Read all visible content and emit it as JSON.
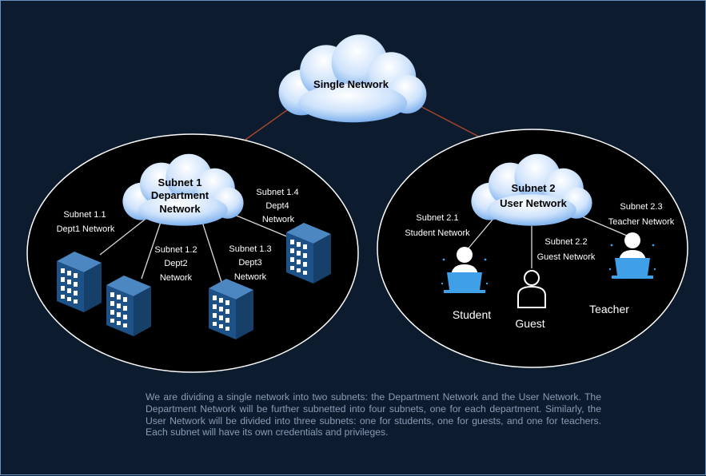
{
  "diagram": {
    "root": {
      "label": "Single Network"
    },
    "subnet1": {
      "label_line1": "Subnet 1",
      "label_line2": "Department",
      "label_line3": "Network",
      "children": [
        {
          "line1": "Subnet 1.1",
          "line2": "Dept1 Network",
          "line3": ""
        },
        {
          "line1": "Subnet 1.2",
          "line2": "Dept2",
          "line3": "Network"
        },
        {
          "line1": "Subnet 1.3",
          "line2": "Dept3",
          "line3": "Network"
        },
        {
          "line1": "Subnet 1.4",
          "line2": "Dept4",
          "line3": "Network"
        }
      ]
    },
    "subnet2": {
      "label_line1": "Subnet 2",
      "label_line2": "User Network",
      "children": [
        {
          "line1": "Subnet 2.1",
          "line2": "Student Network",
          "user": "Student"
        },
        {
          "line1": "Subnet 2.2",
          "line2": "Guest Network",
          "user": "Guest"
        },
        {
          "line1": "Subnet 2.3",
          "line2": "Teacher Network",
          "user": "Teacher"
        }
      ]
    },
    "description": "We are dividing a single network into two subnets: the Department Network and the User Network. The Department Network will be further subnetted into four subnets, one for each department. Similarly, the User Network will be divided into three subnets: one for students, one for guests, and one for teachers. Each subnet will have its own credentials and privileges."
  },
  "colors": {
    "background": "#0d1b2e",
    "ellipse_fill": "#000000",
    "ellipse_stroke": "#ffffff",
    "root_link": "#a0452e",
    "inner_link": "#d9d9d9",
    "cloud_light": "#ffffff",
    "cloud_dark": "#6fa8ec",
    "building_front": "#1d5288",
    "building_side": "#163f6a",
    "building_top": "#4d87c2",
    "laptop": "#3fa0e8",
    "person": "#ffffff"
  }
}
